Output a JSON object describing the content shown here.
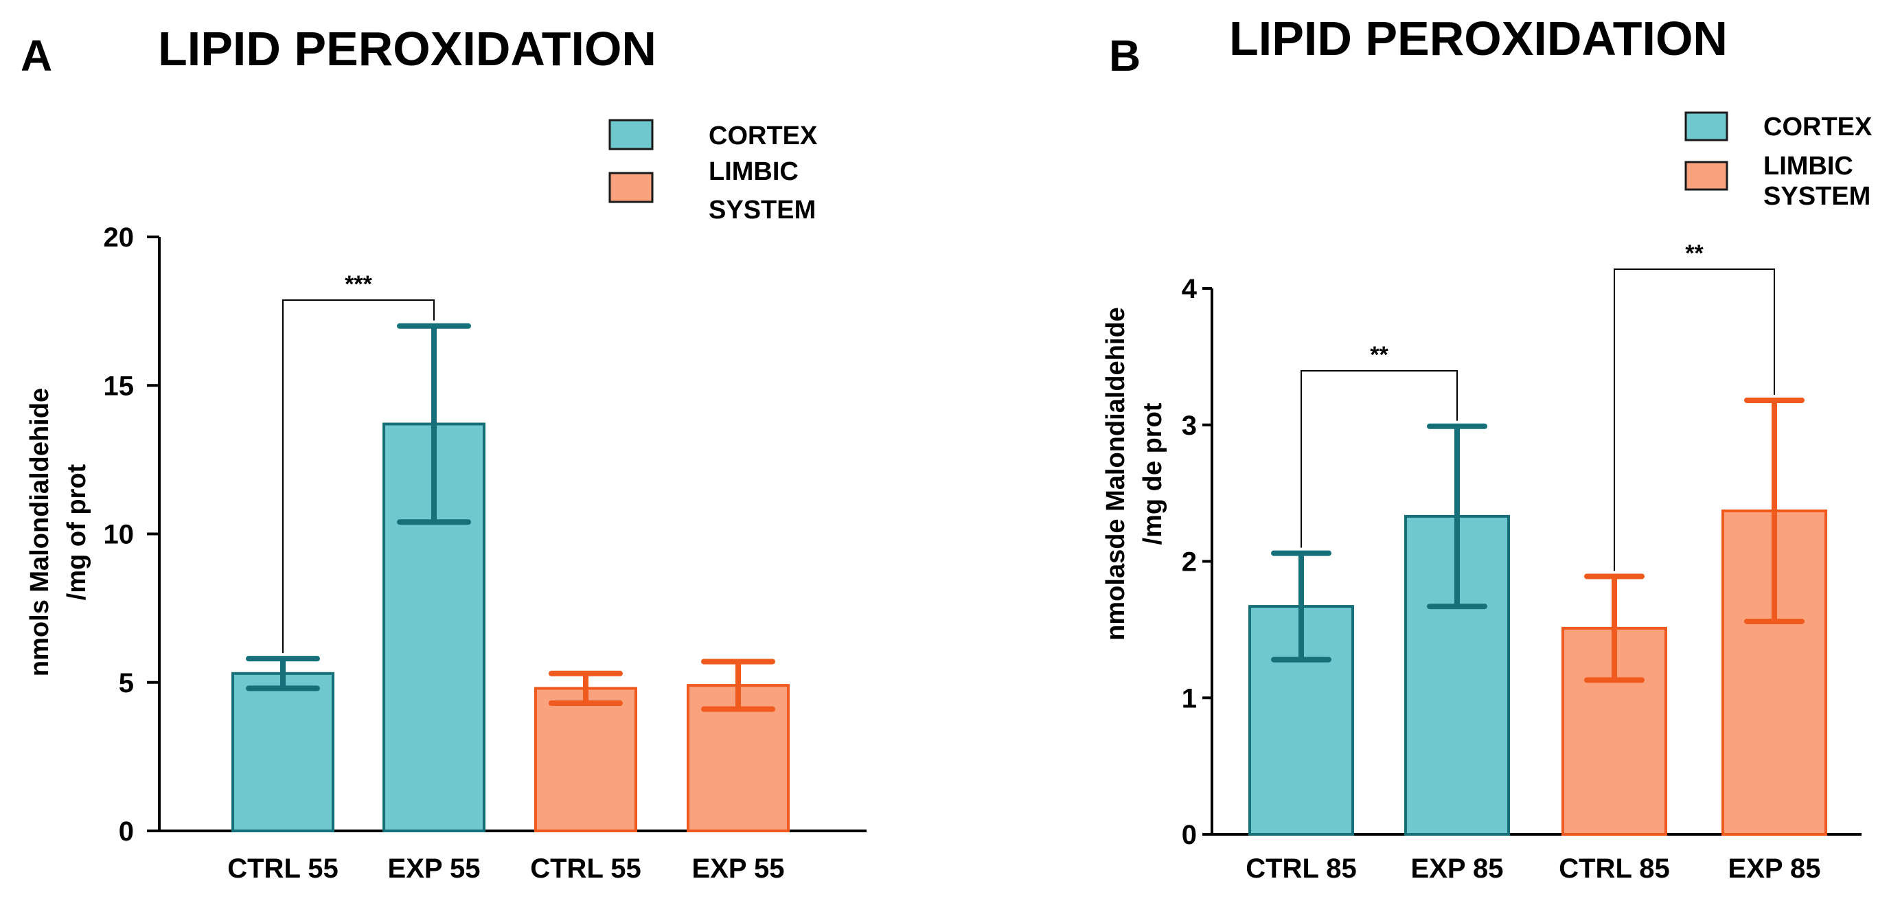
{
  "colors": {
    "cortex_fill": "#70c8cf",
    "cortex_stroke": "#15707a",
    "limbic_fill": "#f9a27d",
    "limbic_stroke": "#f15a1f"
  },
  "chart_data": [
    {
      "type": "bar",
      "panel_letter": "A",
      "title": "LIPID PEROXIDATION",
      "ylabel_lines": [
        "nmols Malondialdehide",
        "/mg of prot"
      ],
      "xlabel": "",
      "ylim": [
        0,
        20
      ],
      "yticks": [
        0,
        5,
        10,
        15,
        20
      ],
      "ytick_labels": [
        "0",
        "5",
        "10",
        "15",
        "20"
      ],
      "categories": [
        "CTRL 55",
        "EXP 55",
        "CTRL 55",
        "EXP 55"
      ],
      "values": [
        5.3,
        13.7,
        4.8,
        4.9
      ],
      "errors": [
        0.5,
        3.3,
        0.5,
        0.8
      ],
      "groups": [
        "cortex",
        "cortex",
        "limbic",
        "limbic"
      ],
      "legend": [
        {
          "group": "cortex",
          "lines": [
            "CORTEX"
          ]
        },
        {
          "group": "limbic",
          "lines": [
            "LIMBIC",
            "SYSTEM"
          ]
        }
      ],
      "significance": [
        {
          "from": 0,
          "to": 1,
          "label": "***"
        }
      ],
      "grid": false
    },
    {
      "type": "bar",
      "panel_letter": "B",
      "title": "LIPID PEROXIDATION",
      "ylabel_lines": [
        "nmolasde Malondialdehide",
        "/mg de prot"
      ],
      "xlabel": "",
      "ylim": [
        0,
        4
      ],
      "yticks": [
        0,
        1,
        2,
        3,
        4
      ],
      "ytick_labels": [
        "0",
        "1",
        "2",
        "3",
        "4"
      ],
      "categories": [
        "CTRL 85",
        "EXP 85",
        "CTRL 85",
        "EXP 85"
      ],
      "values": [
        1.67,
        2.33,
        1.51,
        2.37
      ],
      "errors": [
        0.39,
        0.66,
        0.38,
        0.81
      ],
      "groups": [
        "cortex",
        "cortex",
        "limbic",
        "limbic"
      ],
      "legend": [
        {
          "group": "cortex",
          "lines": [
            "CORTEX"
          ]
        },
        {
          "group": "limbic",
          "lines": [
            "LIMBIC",
            "SYSTEM"
          ]
        }
      ],
      "significance": [
        {
          "from": 0,
          "to": 1,
          "label": "**"
        },
        {
          "from": 2,
          "to": 3,
          "label": "**"
        }
      ],
      "grid": false
    }
  ]
}
